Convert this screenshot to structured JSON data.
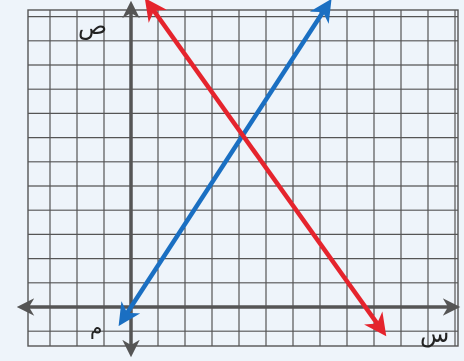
{
  "chart_data": {
    "type": "line",
    "title": "",
    "xlabel": "س",
    "ylabel": "ص",
    "origin_label": "م",
    "xlim": [
      -4,
      13
    ],
    "ylim": [
      -1,
      12
    ],
    "grid": true,
    "series": [
      {
        "x": [
          0,
          7
        ],
        "y": [
          0,
          12
        ],
        "color": "#1a6fc2"
      },
      {
        "x": [
          1,
          9
        ],
        "y": [
          12,
          -0.5
        ],
        "color": "#e5242d"
      }
    ]
  },
  "colors": {
    "grid": "#555555",
    "axis": "#555555",
    "background": "#eef4fa"
  }
}
